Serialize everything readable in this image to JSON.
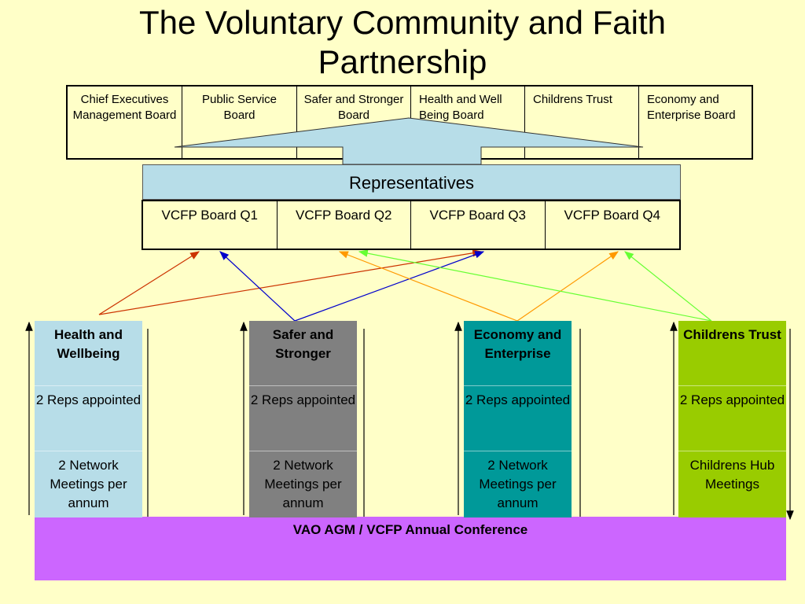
{
  "title": {
    "line1": "The Voluntary Community and Faith",
    "line2": "Partnership"
  },
  "boards": [
    "Chief Executives Management Board",
    "Public Service Board",
    "Safer and Stronger Board",
    "Health and Well Being Board",
    "Childrens Trust",
    "Economy and Enterprise Board"
  ],
  "representatives_label": "Representatives",
  "vcfp_boards": [
    "VCFP Board Q1",
    "VCFP Board Q2",
    "VCFP Board Q3",
    "VCFP Board Q4"
  ],
  "columns": [
    {
      "heading": "Health and Wellbeing",
      "reps": "2 Reps appointed",
      "meetings": "2 Network Meetings per annum",
      "color": "#b7dde8",
      "arrow_color": "#cc3300"
    },
    {
      "heading": "Safer and Stronger",
      "reps": "2 Reps appointed",
      "meetings": "2 Network Meetings per annum",
      "color": "#808080",
      "arrow_color": "#0000cc"
    },
    {
      "heading": "Economy and Enterprise",
      "reps": "2 Reps appointed",
      "meetings": "2 Network Meetings per annum",
      "color": "#009999",
      "arrow_color": "#ff9900"
    },
    {
      "heading": "Childrens Trust",
      "reps": "2 Reps appointed",
      "meetings": "Childrens Hub Meetings",
      "color": "#99cc00",
      "arrow_color": "#66ff33"
    }
  ],
  "agm_label": "VAO AGM / VCFP Annual Conference",
  "colors": {
    "background": "#ffffc8",
    "representatives": "#b7dde8",
    "agm_band": "#cc66ff"
  }
}
